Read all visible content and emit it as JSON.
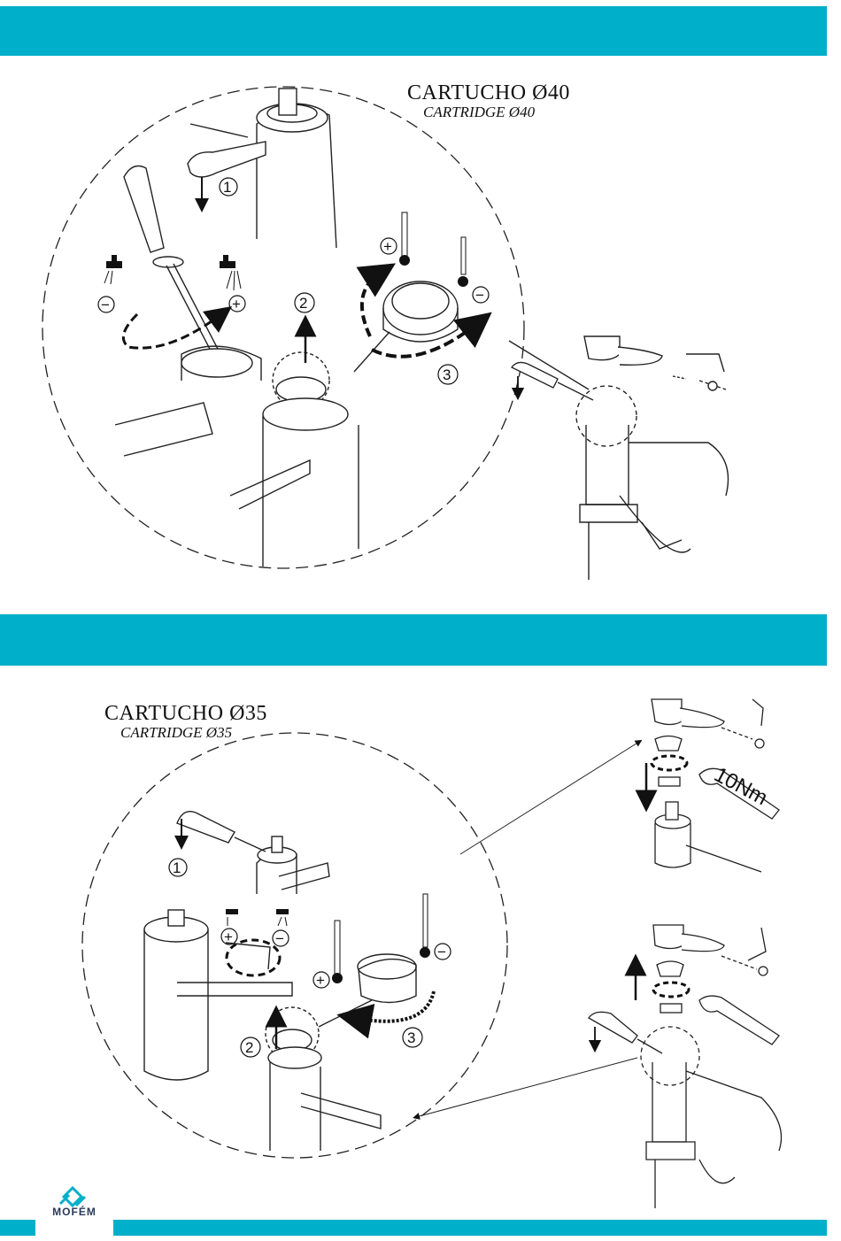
{
  "section_cartridge_40": {
    "title": "CARTUCHO Ø40",
    "subtitle": "CARTRIDGE Ø40",
    "steps": [
      "1",
      "2",
      "3"
    ],
    "plus": "+",
    "minus": "−"
  },
  "section_cartridge_35": {
    "title": "CARTUCHO Ø35",
    "subtitle": "CARTRIDGE Ø35",
    "steps": [
      "1",
      "2",
      "3"
    ],
    "plus": "+",
    "minus": "−",
    "torque_label": "10Nm"
  },
  "brand": {
    "name": "MOFÉM",
    "accent_color": "#00afc9"
  }
}
